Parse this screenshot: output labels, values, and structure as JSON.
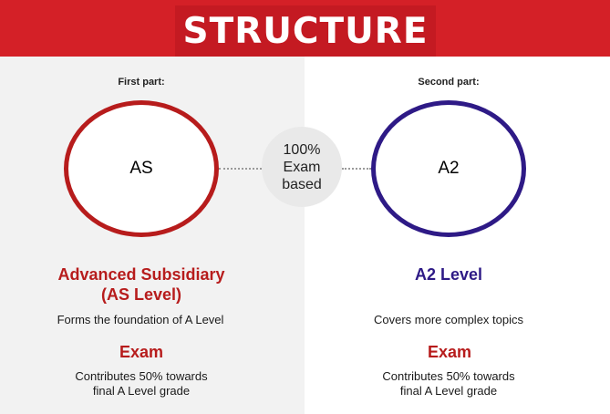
{
  "header": {
    "title": "STRUCTURE"
  },
  "center": {
    "line1": "100%",
    "line2": "Exam",
    "line3": "based"
  },
  "left": {
    "part_label": "First part:",
    "circle_text": "AS",
    "title_line1": "Advanced Subsidiary",
    "title_line2": "(AS Level)",
    "description": "Forms the foundation of A Level",
    "exam_heading": "Exam",
    "contribution_line1": "Contributes 50% towards",
    "contribution_line2": "final A Level grade"
  },
  "right": {
    "part_label": "Second part:",
    "circle_text": "A2",
    "title_line1": "A2 Level",
    "description": "Covers more complex topics",
    "exam_heading": "Exam",
    "contribution_line1": "Contributes 50% towards",
    "contribution_line2": "final A Level grade"
  },
  "colors": {
    "header_red": "#d42027",
    "as_accent": "#b71c1c",
    "a2_accent": "#2e1a86"
  }
}
